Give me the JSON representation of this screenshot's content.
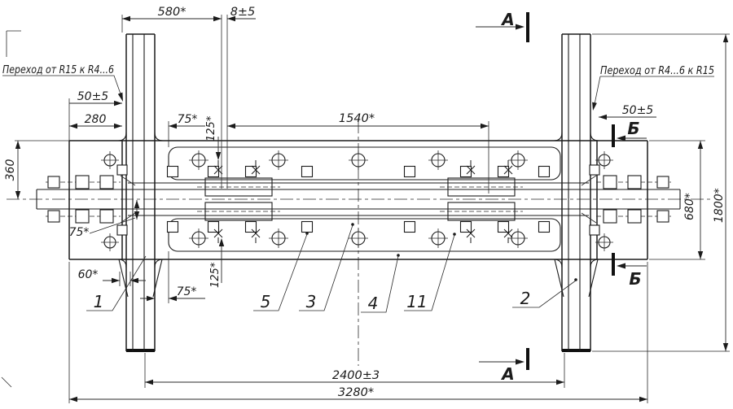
{
  "drawing": {
    "kind": "engineering-assembly-drawing",
    "language": "ru",
    "colors": {
      "line": "#1b1b1b",
      "background": "#ffffff"
    },
    "notes": {
      "left": "Переход от R15 к R4...6",
      "right": "Переход от R4...6 к R15"
    },
    "sections": {
      "a_top": "А",
      "a_bottom": "А",
      "b_top": "Б",
      "b_bottom": "Б"
    },
    "dims": {
      "d580": "580*",
      "d8": "8±5",
      "d50_left": "50±5",
      "d280": "280",
      "d75_top": "75*",
      "d125_top": "125*",
      "d1540": "1540*",
      "d360": "360",
      "d75_shaft": "75*",
      "d60": "60*",
      "d75_bottom": "75*",
      "d125_bottom": "125*",
      "d2400": "2400±3",
      "d3280": "3280*",
      "d50_right": "50±5",
      "d680": "680*",
      "d1800": "1800*"
    },
    "parts": {
      "p1": "1",
      "p2": "2",
      "p3": "3",
      "p4": "4",
      "p5": "5",
      "p11": "11"
    }
  }
}
